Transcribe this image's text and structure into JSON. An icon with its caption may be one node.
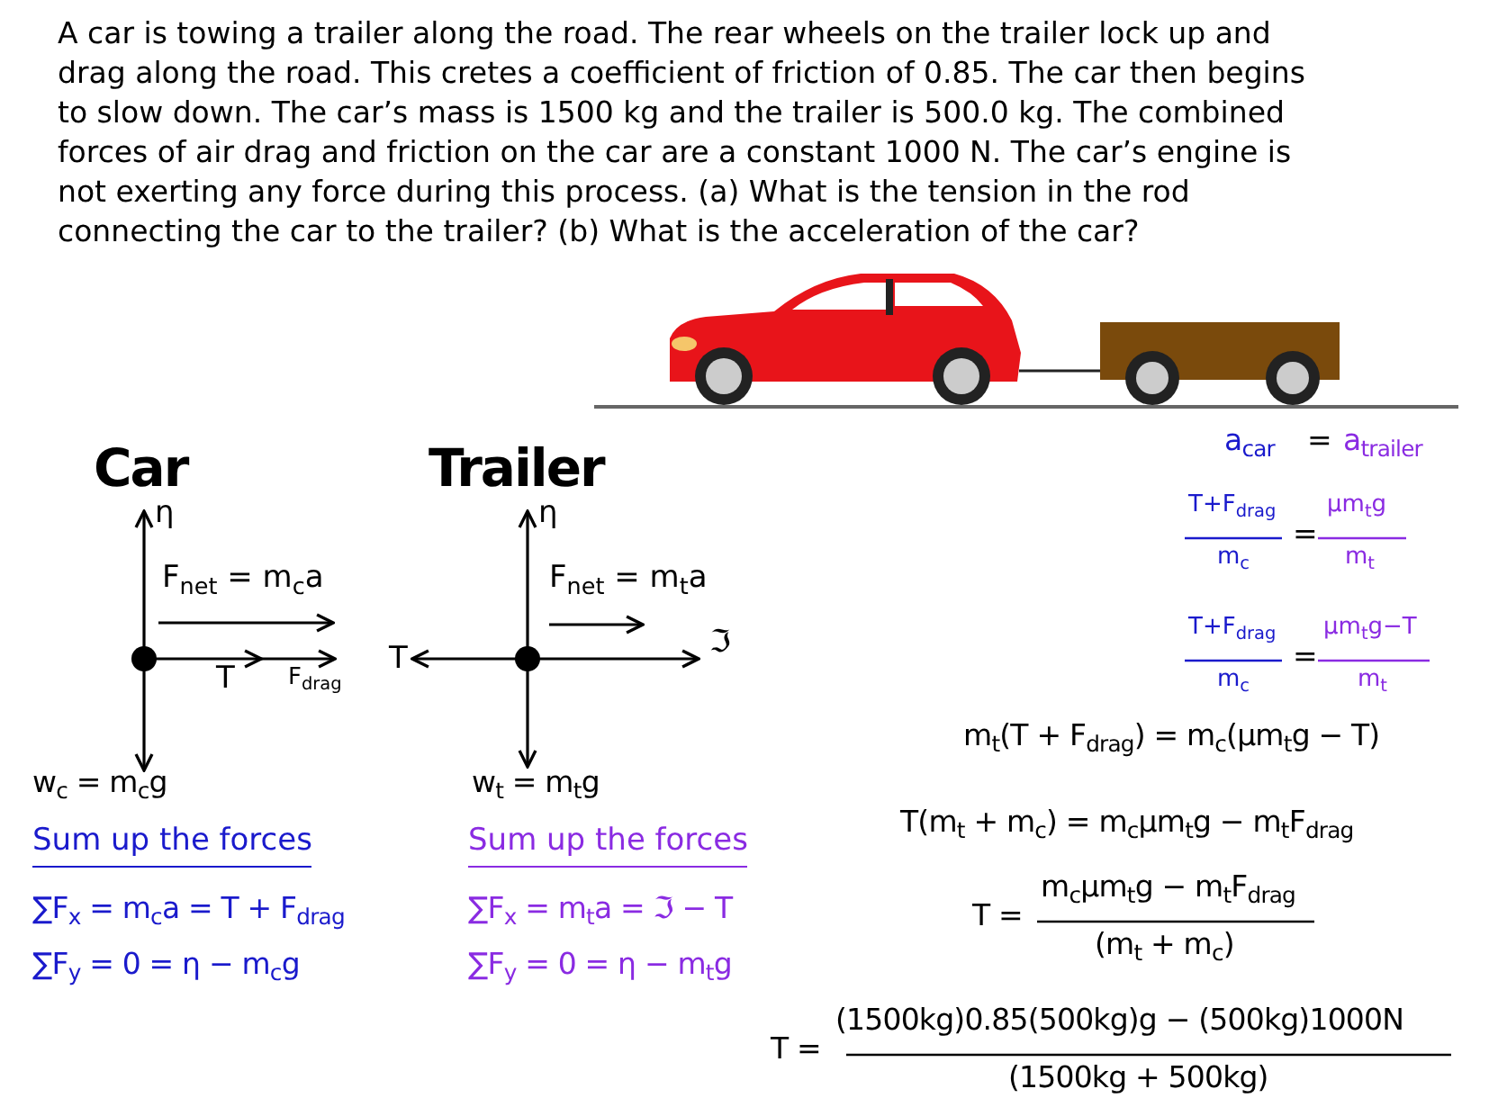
{
  "diagram": {
    "labels": [
      "A car is towing a trailer along the road. The rear wheels on the trailer lock up and drag along the road. This cretes a coefficient of friction of 0.85. The car then begins to slow down. The car’s mass is 1500 kg and the trailer is 500.0 kg. The combined forces of air drag and friction on the car are a constant 1000 N. The car’s engine is not exerting any force during this process. (a) What is the tension in the rod connecting the car to the trailer? (b) What is the acceleration of the car?",
      "Car",
      "Trailer",
      "a$_{car}$",
      "=",
      "a$_{trailer}$",
      "η",
      "η",
      "T+F$_{drag}$",
      "=",
      "μm$_{t}$g",
      "F$_{net}$ = m$_{c}$a",
      "F$_{net}$ = m$_{t}$a",
      "m$_{c}$",
      "m$_{t}$",
      "T",
      "F$_{drag}$",
      "T",
      "ℑ",
      "T+F$_{drag}$",
      "=",
      "μm$_{t}$g−T",
      "m$_{c}$",
      "m$_{t}$",
      "m$_{t}$(T + F$_{drag}$) = m$_{c}$(μm$_{t}$g − T)",
      "w$_{c}$ = m$_{c}$g",
      "w$_{t}$ = m$_{t}$g",
      "Sum up the forces",
      "Sum up the forces",
      "T(m$_{t}$ + m$_{c}$) = m$_{c}$μm$_{t}$g − m$_{t}$F$_{drag}$",
      "∑F$_{x}$ = m$_{c}$a = T + F$_{drag}$",
      "∑F$_{x}$ = m$_{t}$a = ℑ − T",
      "T =",
      "m$_{c}$μm$_{t}$g − m$_{t}$F$_{drag}$",
      "∑F$_{y}$ = 0 = η − m$_{c}$g",
      "∑F$_{y}$ = 0 = η − m$_{t}$g",
      "(m$_{t}$ + m$_{c}$)",
      "T =",
      "(1500kg)0.85(500kg)g − (500kg)1000N",
      "(1500kg + 500kg)"
    ]
  }
}
